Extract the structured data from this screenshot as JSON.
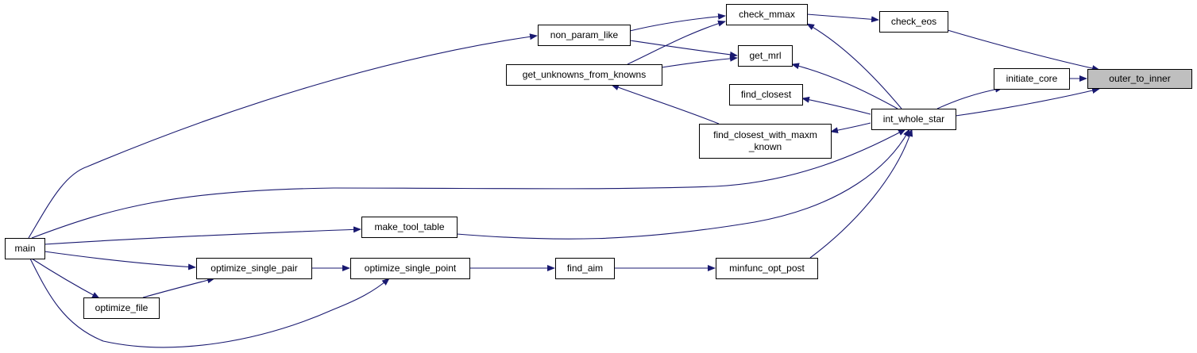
{
  "diagram": {
    "colors": {
      "edge": "#191970",
      "highlight": "#bfbfbf",
      "box": "#ffffff",
      "border": "#000000"
    },
    "nodes": [
      {
        "id": "outer_to_inner",
        "lines": [
          "outer_to_inner"
        ],
        "highlight": true
      },
      {
        "id": "check_eos",
        "lines": [
          "check_eos"
        ]
      },
      {
        "id": "initiate_core",
        "lines": [
          "initiate_core"
        ]
      },
      {
        "id": "int_whole_star",
        "lines": [
          "int_whole_star"
        ]
      },
      {
        "id": "check_mmax",
        "lines": [
          "check_mmax"
        ]
      },
      {
        "id": "get_mrl",
        "lines": [
          "get_mrl"
        ]
      },
      {
        "id": "non_param_like",
        "lines": [
          "non_param_like"
        ]
      },
      {
        "id": "get_unknowns_from_knowns",
        "lines": [
          "get_unknowns_from_knowns"
        ]
      },
      {
        "id": "find_closest",
        "lines": [
          "find_closest"
        ]
      },
      {
        "id": "find_closest_with_maxm_known",
        "lines": [
          "find_closest_with_maxm",
          "_known"
        ]
      },
      {
        "id": "main",
        "lines": [
          "main"
        ]
      },
      {
        "id": "make_tool_table",
        "lines": [
          "make_tool_table"
        ]
      },
      {
        "id": "optimize_single_pair",
        "lines": [
          "optimize_single_pair"
        ]
      },
      {
        "id": "optimize_single_point",
        "lines": [
          "optimize_single_point"
        ]
      },
      {
        "id": "find_aim",
        "lines": [
          "find_aim"
        ]
      },
      {
        "id": "minfunc_opt_post",
        "lines": [
          "minfunc_opt_post"
        ]
      },
      {
        "id": "optimize_file",
        "lines": [
          "optimize_file"
        ]
      }
    ],
    "edges": [
      {
        "from": "check_eos",
        "to": "outer_to_inner"
      },
      {
        "from": "initiate_core",
        "to": "outer_to_inner"
      },
      {
        "from": "int_whole_star",
        "to": "outer_to_inner"
      },
      {
        "from": "check_mmax",
        "to": "check_eos"
      },
      {
        "from": "int_whole_star",
        "to": "initiate_core"
      },
      {
        "from": "non_param_like",
        "to": "check_mmax"
      },
      {
        "from": "get_unknowns_from_knowns",
        "to": "check_mmax"
      },
      {
        "from": "int_whole_star",
        "to": "check_mmax"
      },
      {
        "from": "non_param_like",
        "to": "get_mrl"
      },
      {
        "from": "get_unknowns_from_knowns",
        "to": "get_mrl"
      },
      {
        "from": "int_whole_star",
        "to": "get_mrl"
      },
      {
        "from": "main",
        "to": "non_param_like"
      },
      {
        "from": "find_closest_with_maxm_known",
        "to": "get_unknowns_from_knowns"
      },
      {
        "from": "int_whole_star",
        "to": "find_closest"
      },
      {
        "from": "int_whole_star",
        "to": "find_closest_with_maxm_known"
      },
      {
        "from": "main",
        "to": "int_whole_star"
      },
      {
        "from": "make_tool_table",
        "to": "int_whole_star"
      },
      {
        "from": "minfunc_opt_post",
        "to": "int_whole_star"
      },
      {
        "from": "main",
        "to": "make_tool_table"
      },
      {
        "from": "main",
        "to": "optimize_single_pair"
      },
      {
        "from": "main",
        "to": "optimize_file"
      },
      {
        "from": "main",
        "to": "optimize_single_point"
      },
      {
        "from": "optimize_file",
        "to": "optimize_single_pair"
      },
      {
        "from": "optimize_single_pair",
        "to": "optimize_single_point"
      },
      {
        "from": "optimize_single_point",
        "to": "find_aim"
      },
      {
        "from": "find_aim",
        "to": "minfunc_opt_post"
      }
    ]
  }
}
